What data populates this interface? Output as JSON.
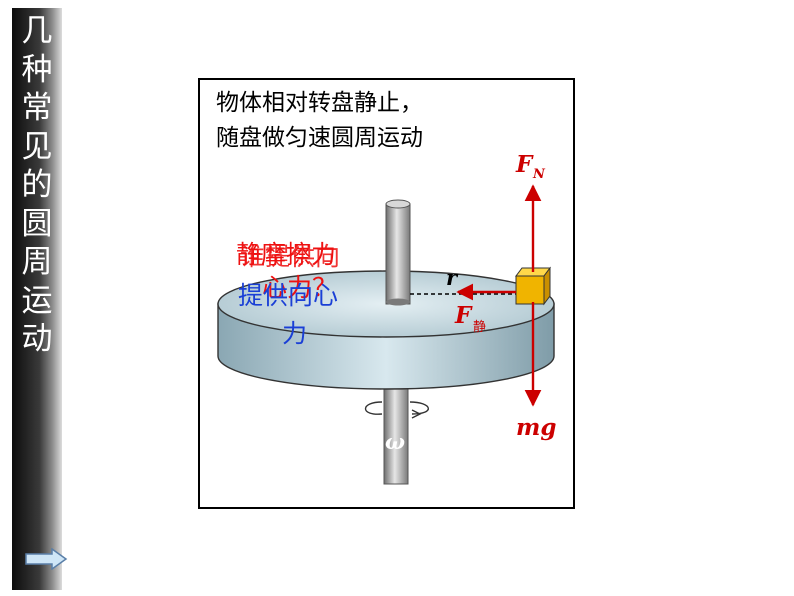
{
  "sidebar": {
    "title_chars": [
      "几",
      "种",
      "常",
      "见",
      "的",
      "圆",
      "周",
      "运",
      "动"
    ],
    "background": "#1a1a1a",
    "text_color": "#ffffff",
    "nav_icon": "right-arrow-icon"
  },
  "frame": {
    "caption_line1": "物体相对转盘静止，",
    "caption_line2": "随盘做匀速圆周运动"
  },
  "diagram": {
    "label_fn_main": "F",
    "label_fn_sub": "N",
    "label_r": "r",
    "label_fstatic_main": "F",
    "label_fstatic_sub": "静",
    "label_mg": "mg",
    "label_omega": "ω",
    "overlay_red_line1": "静摩擦力",
    "overlay_red_line2": "谁提供向",
    "overlay_red_line3": "心力？",
    "overlay_blue_line1": "提供向心",
    "overlay_blue_line2": "力",
    "colors": {
      "force": "#cc0000",
      "overlay_red": "#ee1111",
      "overlay_blue": "#1a3fd6",
      "disk": "#b9d0d8",
      "block": "#f0b400"
    }
  }
}
